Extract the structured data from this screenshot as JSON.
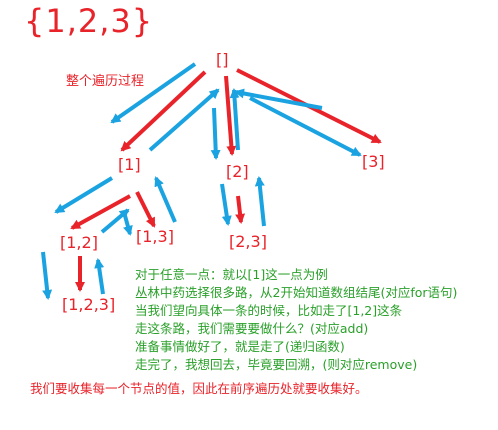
{
  "title": "{1,2,3}",
  "caption": "整个遍历过程",
  "nodes": {
    "root": "[]",
    "n1": "[1]",
    "n2": "[2]",
    "n3": "[3]",
    "n12": "[1,2]",
    "n13": "[1,3]",
    "n23": "[2,3]",
    "n123": "[1,2,3]"
  },
  "notes": [
    "对于任意一点：就以[1]这一点为例",
    "丛林中药选择很多路，从2开始知道数组结尾(对应for语句)",
    "当我们望向具体一条的时候，比如走了[1,2]这条",
    "走这条路，我们需要要做什么？(对应add)",
    "准备事情做好了，就是走了(递归函数)",
    "走完了，我想回去，毕竟要回溯，(则对应remove)"
  ],
  "bottom_note": "我们要收集每一个节点的值，因此在前序遍历处就要收集好。",
  "colors": {
    "red": "#e8232a",
    "blue": "#1aa3e0",
    "green": "#2aa02a"
  }
}
